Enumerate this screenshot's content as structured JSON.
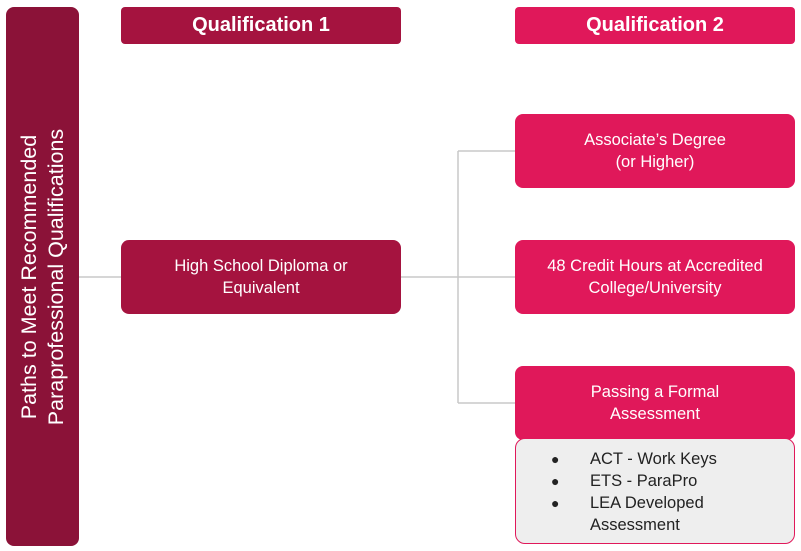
{
  "sidebar": {
    "title_line1": "Paths to Meet Recommended",
    "title_line2": "Paraprofessional Qualifications"
  },
  "headers": {
    "qualification1": "Qualification 1",
    "qualification2": "Qualification 2"
  },
  "qualification1": {
    "line1": "High School Diploma or",
    "line2": "Equivalent"
  },
  "qualification2": {
    "associates": {
      "line1": "Associate’s Degree",
      "line2": "(or Higher)"
    },
    "credit_hours": {
      "line1": "48 Credit Hours at Accredited",
      "line2": "College/University"
    },
    "assessment": {
      "line1": "Passing a Formal",
      "line2": "Assessment",
      "bullet": "●",
      "options": [
        {
          "line1": "ACT - Work Keys",
          "line2": ""
        },
        {
          "line1": "ETS - ParaPro",
          "line2": ""
        },
        {
          "line1": "LEA Developed",
          "line2": "Assessment"
        }
      ]
    }
  },
  "colors": {
    "sidebar": "#8b1238",
    "qualification1": "#a5133f",
    "qualification2": "#e0185a",
    "connector": "#c8c8c8",
    "list_background": "#eeeeee"
  }
}
